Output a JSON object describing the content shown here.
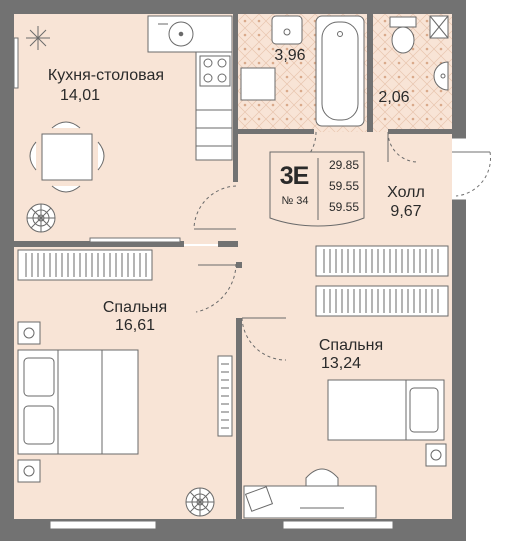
{
  "rooms": {
    "kitchen": {
      "name": "Кухня-столовая",
      "area": "14,01"
    },
    "bath": {
      "area": "3,96"
    },
    "wc": {
      "area": "2,06"
    },
    "hall": {
      "name": "Холл",
      "area": "9,67"
    },
    "bedroom_left": {
      "name": "Спальня",
      "area": "16,61"
    },
    "bedroom_right": {
      "name": "Спальня",
      "area": "13,24"
    }
  },
  "apartment_badge": {
    "code": "3Е",
    "number": "№ 34",
    "areas": [
      "29.85",
      "59.55",
      "59.55"
    ]
  },
  "colors": {
    "wall": "#727272",
    "floor": "#f8e4d6",
    "wet_floor": "#f8e4d6",
    "tile_dot": "#d9a98a",
    "furniture_stroke": "#6a6a6a",
    "badge_bg": "#f8e4d6",
    "background": "#ffffff"
  }
}
